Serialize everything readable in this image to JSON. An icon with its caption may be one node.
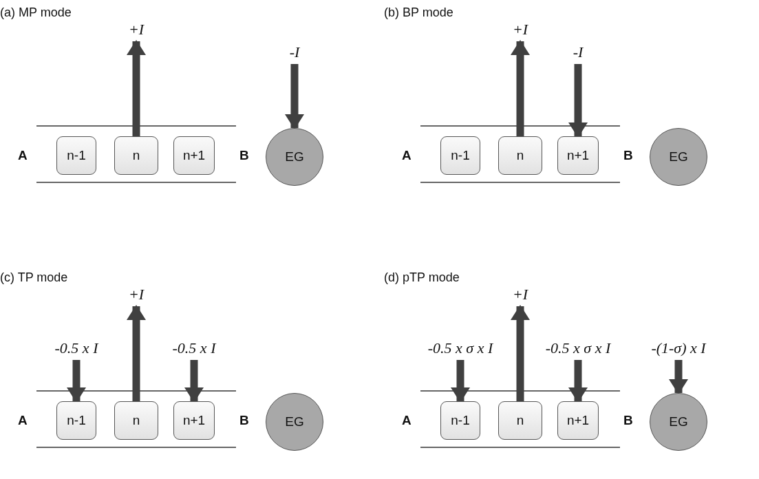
{
  "diagram": {
    "nodes": [
      {
        "text": [
          "n-1"
        ]
      },
      {
        "text": [
          "n"
        ]
      },
      {
        "text": [
          "n+1"
        ]
      },
      {
        "text": [
          "EG"
        ]
      },
      {
        "text": [
          "n-1"
        ]
      },
      {
        "text": [
          "n"
        ]
      },
      {
        "text": [
          "n+1"
        ]
      },
      {
        "text": [
          "EG"
        ]
      },
      {
        "text": [
          "n-1"
        ]
      },
      {
        "text": [
          "n"
        ]
      },
      {
        "text": [
          "n+1"
        ]
      },
      {
        "text": [
          "EG"
        ]
      },
      {
        "text": [
          "n-1"
        ]
      },
      {
        "text": [
          "n"
        ]
      },
      {
        "text": [
          "n+1"
        ]
      },
      {
        "text": [
          "EG"
        ]
      }
    ],
    "edges": [
      {
        "from": 1,
        "to": null,
        "arrow": "to",
        "label": "+I"
      },
      {
        "from": null,
        "to": 3,
        "arrow": "to",
        "label": "-I"
      },
      {
        "from": 5,
        "to": null,
        "arrow": "to",
        "label": "+I"
      },
      {
        "from": null,
        "to": 6,
        "arrow": "to",
        "label": "-I"
      },
      {
        "from": null,
        "to": 8,
        "arrow": "to",
        "label": "-0.5 x I"
      },
      {
        "from": 9,
        "to": null,
        "arrow": "to",
        "label": "+I"
      },
      {
        "from": null,
        "to": 10,
        "arrow": "to",
        "label": "-0.5 x I"
      },
      {
        "from": null,
        "to": 12,
        "arrow": "to",
        "label": "-0.5 x σ x I"
      },
      {
        "from": 13,
        "to": null,
        "arrow": "to",
        "label": "+I"
      },
      {
        "from": null,
        "to": 14,
        "arrow": "to",
        "label": "-0.5 x σ x I"
      },
      {
        "from": null,
        "to": 15,
        "arrow": "to",
        "label": "-(1-σ) x I"
      }
    ],
    "labels": [
      "(a) MP mode",
      "A",
      "B",
      "(b) BP mode",
      "A",
      "B",
      "(c) TP mode",
      "A",
      "B",
      "(d) pTP mode",
      "A",
      "B"
    ]
  }
}
